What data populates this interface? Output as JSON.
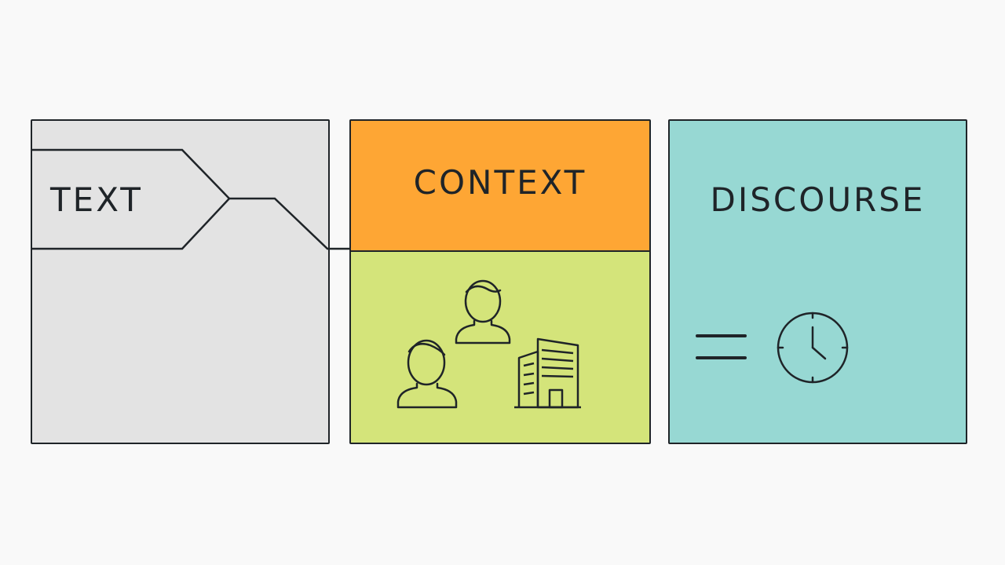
{
  "panels": {
    "text": {
      "label": "TEXT",
      "color": "#e3e3e3"
    },
    "context": {
      "label": "CONTEXT",
      "header_color": "#fea634",
      "body_color": "#d4e47a"
    },
    "discourse": {
      "label": "DISCOURSE",
      "color": "#97d8d3"
    }
  },
  "icons": {
    "context": [
      "person-icon",
      "person-icon",
      "building-icon"
    ],
    "discourse": [
      "equals-icon",
      "clock-icon"
    ]
  },
  "colors": {
    "stroke": "#1f2428",
    "background": "#f9f9f9"
  }
}
